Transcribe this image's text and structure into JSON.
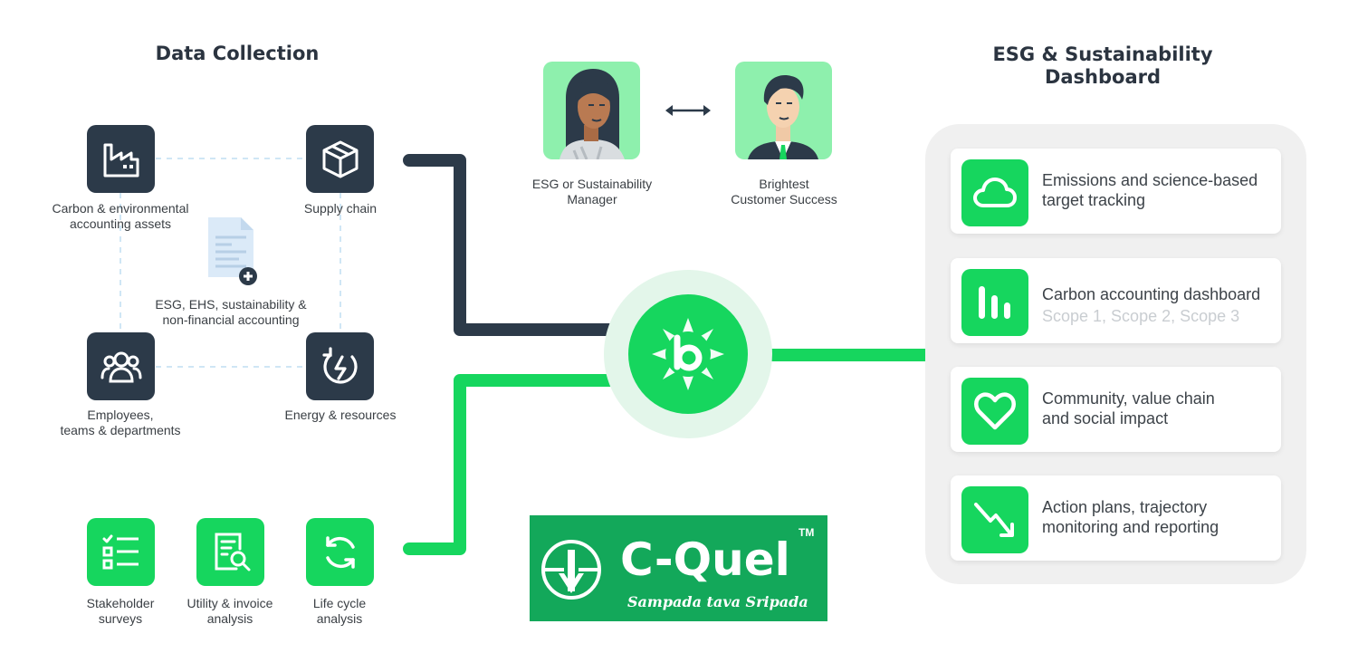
{
  "titles": {
    "data_collection": "Data Collection",
    "dashboard_line1": "ESG & Sustainability",
    "dashboard_line2": "Dashboard"
  },
  "sources": {
    "carbon": [
      "Carbon & environmental",
      "accounting assets"
    ],
    "supply": [
      "Supply chain"
    ],
    "employees": [
      "Employees,",
      "teams & departments"
    ],
    "energy": [
      "Energy & resources"
    ],
    "center": [
      "ESG, EHS, sustainability &",
      "non-financial accounting"
    ]
  },
  "tools": {
    "surveys": [
      "Stakeholder",
      "surveys"
    ],
    "utility": [
      "Utility & invoice",
      "analysis"
    ],
    "lifecycle": [
      "Life cycle",
      "analysis"
    ]
  },
  "people": {
    "manager": [
      "ESG or Sustainability",
      "Manager"
    ],
    "success": [
      "Brightest",
      "Customer Success"
    ]
  },
  "dashboard_cards": [
    {
      "line1": "Emissions and science-based",
      "line2": "target tracking",
      "icon": "cloud-icon"
    },
    {
      "line1": "Carbon accounting dashboard",
      "line2": "Scope 1, Scope 2, Scope 3",
      "icon": "bar-chart-icon"
    },
    {
      "line1": "Community, value chain",
      "line2": "and social impact",
      "icon": "heart-icon"
    },
    {
      "line1": "Action plans, trajectory",
      "line2": "monitoring and reporting",
      "icon": "trend-down-icon"
    }
  ],
  "logo": {
    "name": "C-Quel",
    "tm": "TM",
    "tagline": "Sampada tava Sripada"
  },
  "colors": {
    "dark": "#2c3a49",
    "green": "#16d65e",
    "light_green": "#8ef0ad",
    "logo_green": "#13a85a"
  }
}
